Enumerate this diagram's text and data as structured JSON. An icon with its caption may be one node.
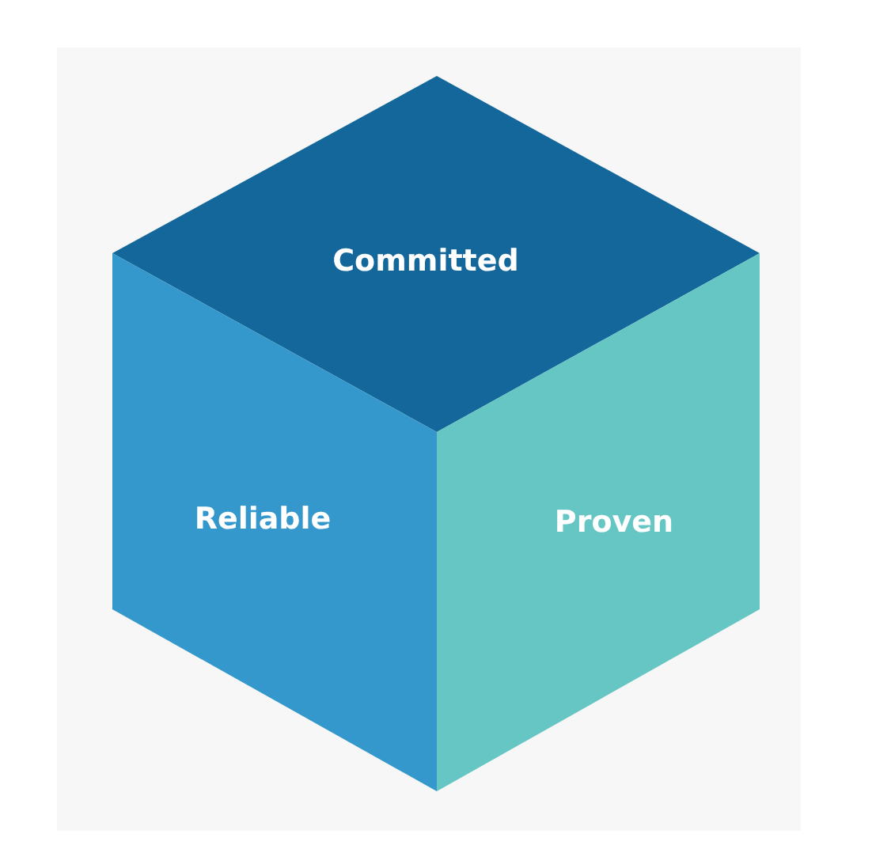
{
  "diagram": {
    "nodes": [
      {
        "text": [
          "Committed"
        ]
      },
      {
        "text": [
          "Reliable"
        ]
      },
      {
        "text": [
          "Proven"
        ]
      }
    ]
  }
}
